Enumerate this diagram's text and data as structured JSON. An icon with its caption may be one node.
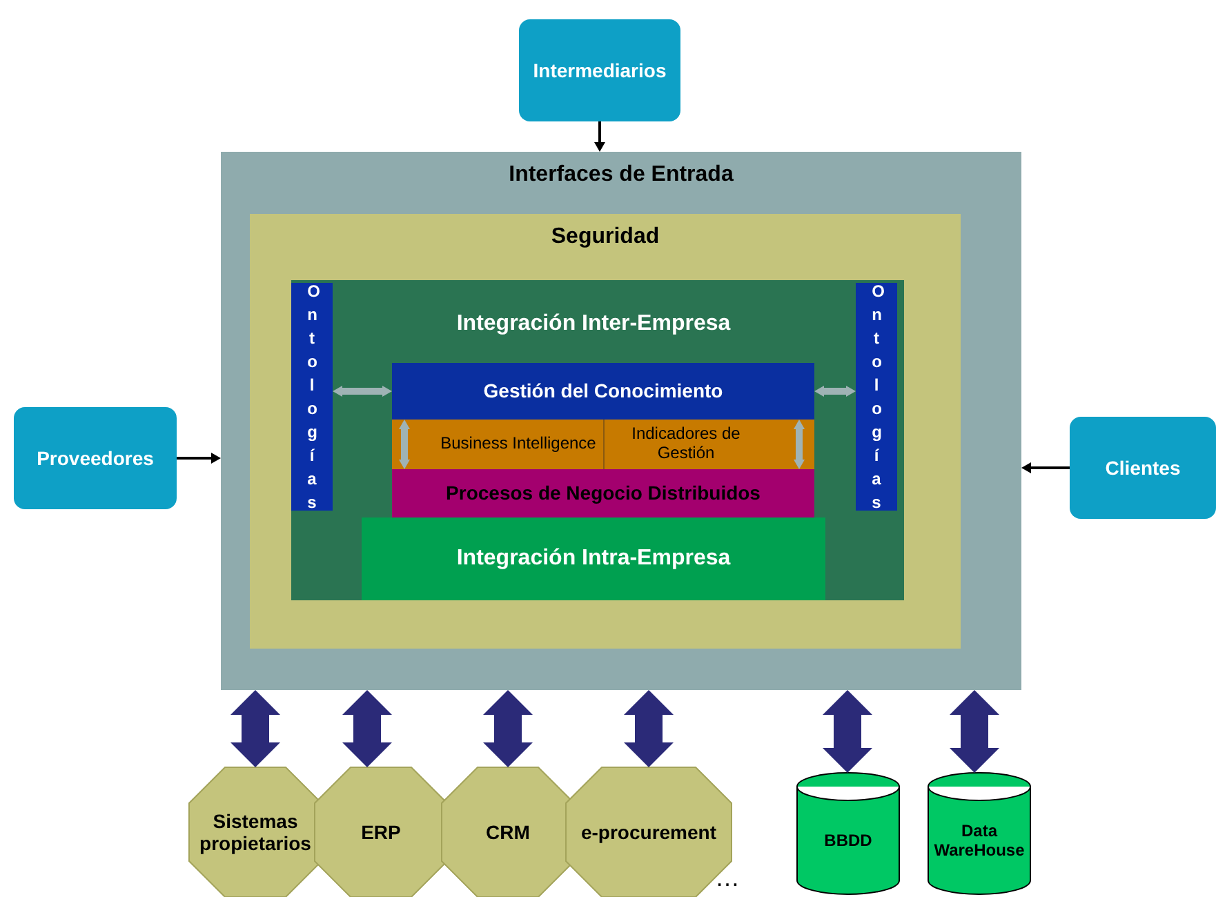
{
  "diagram": {
    "nodes": [
      {
        "text": [
          "Intermediarios"
        ]
      },
      {
        "text": [
          "Interfaces de Entrada"
        ]
      },
      {
        "text": [
          "Seguridad"
        ],
        "in": 1
      },
      {
        "text": [
          "Ontologías"
        ],
        "in": 2
      },
      {
        "text": [
          "Integración Inter-Empresa"
        ],
        "in": 2
      },
      {
        "text": [
          "Gestión del Conocimiento"
        ],
        "in": 2
      },
      {
        "text": [
          "Business Intelligence"
        ],
        "in": 2
      },
      {
        "text": [
          "Indicadores de Gestión"
        ],
        "in": 2
      },
      {
        "text": [
          "Procesos de Negocio Distribuidos"
        ],
        "in": 2
      },
      {
        "text": [
          "Integración Intra-Empresa"
        ],
        "in": 2
      },
      {
        "text": [
          "Ontologías"
        ],
        "in": 2
      },
      {
        "text": [
          "Proveedores"
        ]
      },
      {
        "text": [
          "Clientes"
        ]
      },
      {
        "text": [
          "Sistemas propietarios"
        ]
      },
      {
        "text": [
          "ERP"
        ]
      },
      {
        "text": [
          "CRM"
        ]
      },
      {
        "text": [
          "e-procurement"
        ]
      },
      {
        "text": [
          "BBDD"
        ]
      },
      {
        "text": [
          "Data WareHouse"
        ]
      }
    ],
    "edges": [
      {
        "from": 0,
        "to": 1,
        "arrow": "to",
        "color": "#000000"
      },
      {
        "from": 11,
        "to": 1,
        "arrow": "to",
        "color": "#000000"
      },
      {
        "from": 12,
        "to": 1,
        "arrow": "to",
        "color": "#000000"
      },
      {
        "from": 3,
        "to": 5,
        "arrow": "both",
        "color": "#9fb3b5"
      },
      {
        "from": 5,
        "to": 8,
        "arrow": "both",
        "color": "#9fb3b5"
      },
      {
        "from": 5,
        "to": 8,
        "arrow": "both",
        "color": "#9fb3b5"
      },
      {
        "from": 5,
        "to": 10,
        "arrow": "both",
        "color": "#9fb3b5"
      },
      {
        "from": 1,
        "to": 13,
        "arrow": "both",
        "style": "thick"
      },
      {
        "from": 1,
        "to": 14,
        "arrow": "both",
        "style": "thick"
      },
      {
        "from": 1,
        "to": 15,
        "arrow": "both",
        "style": "thick"
      },
      {
        "from": 1,
        "to": 16,
        "arrow": "both",
        "style": "thick"
      },
      {
        "from": 1,
        "to": 17,
        "arrow": "both",
        "style": "thick"
      },
      {
        "from": 1,
        "to": 18,
        "arrow": "both",
        "style": "thick"
      }
    ],
    "labels": [
      "…"
    ]
  }
}
